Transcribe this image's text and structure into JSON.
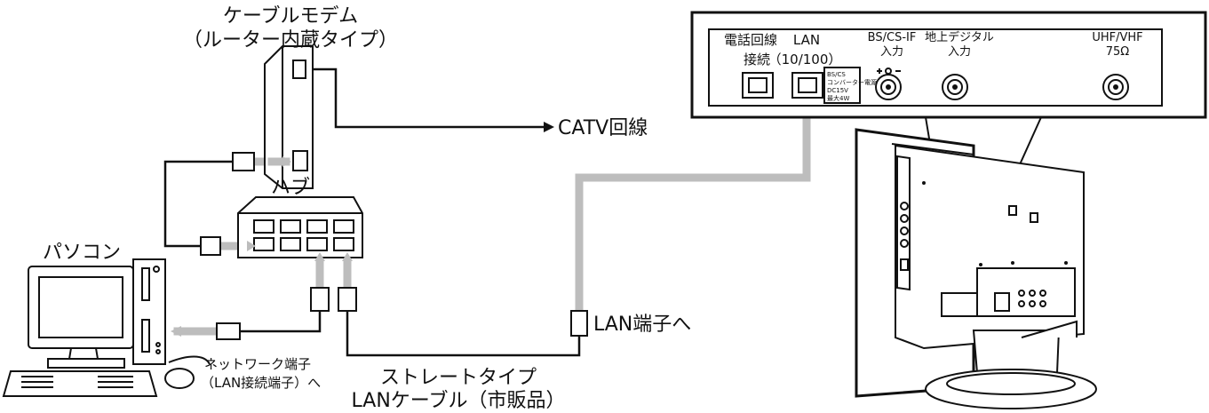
{
  "labels": {
    "modem_line1": "ケーブルモデム",
    "modem_line2": "（ルーター内蔵タイプ）",
    "catv": "CATV回線",
    "hub": "ハブ",
    "pc": "パソコン",
    "network_port_line1": "ネットワーク端子",
    "network_port_line2": "（LAN接続端子）へ",
    "lan_port": "LAN端子へ",
    "cable_line1": "ストレートタイプ",
    "cable_line2": "LANケーブル（市販品）"
  },
  "tv_panel": {
    "phone_line1": "電話回線",
    "phone_line2": "接続",
    "lan_line1": "LAN",
    "lan_line2": "（10/100）",
    "bs_line1": "BS/CS-IF",
    "bs_line2": "入力",
    "terrestrial_line1": "地上デジタル",
    "terrestrial_line2": "入力",
    "uhf_line1": "UHF/VHF",
    "uhf_line2": "75Ω",
    "power_note_1": "BS/CS",
    "power_note_2": "コンバーター電源",
    "power_note_3": "DC15V",
    "power_note_4": "最大4W"
  },
  "colors": {
    "line": "#111111",
    "cable_gray": "#bdbdbd",
    "background": "#ffffff"
  }
}
